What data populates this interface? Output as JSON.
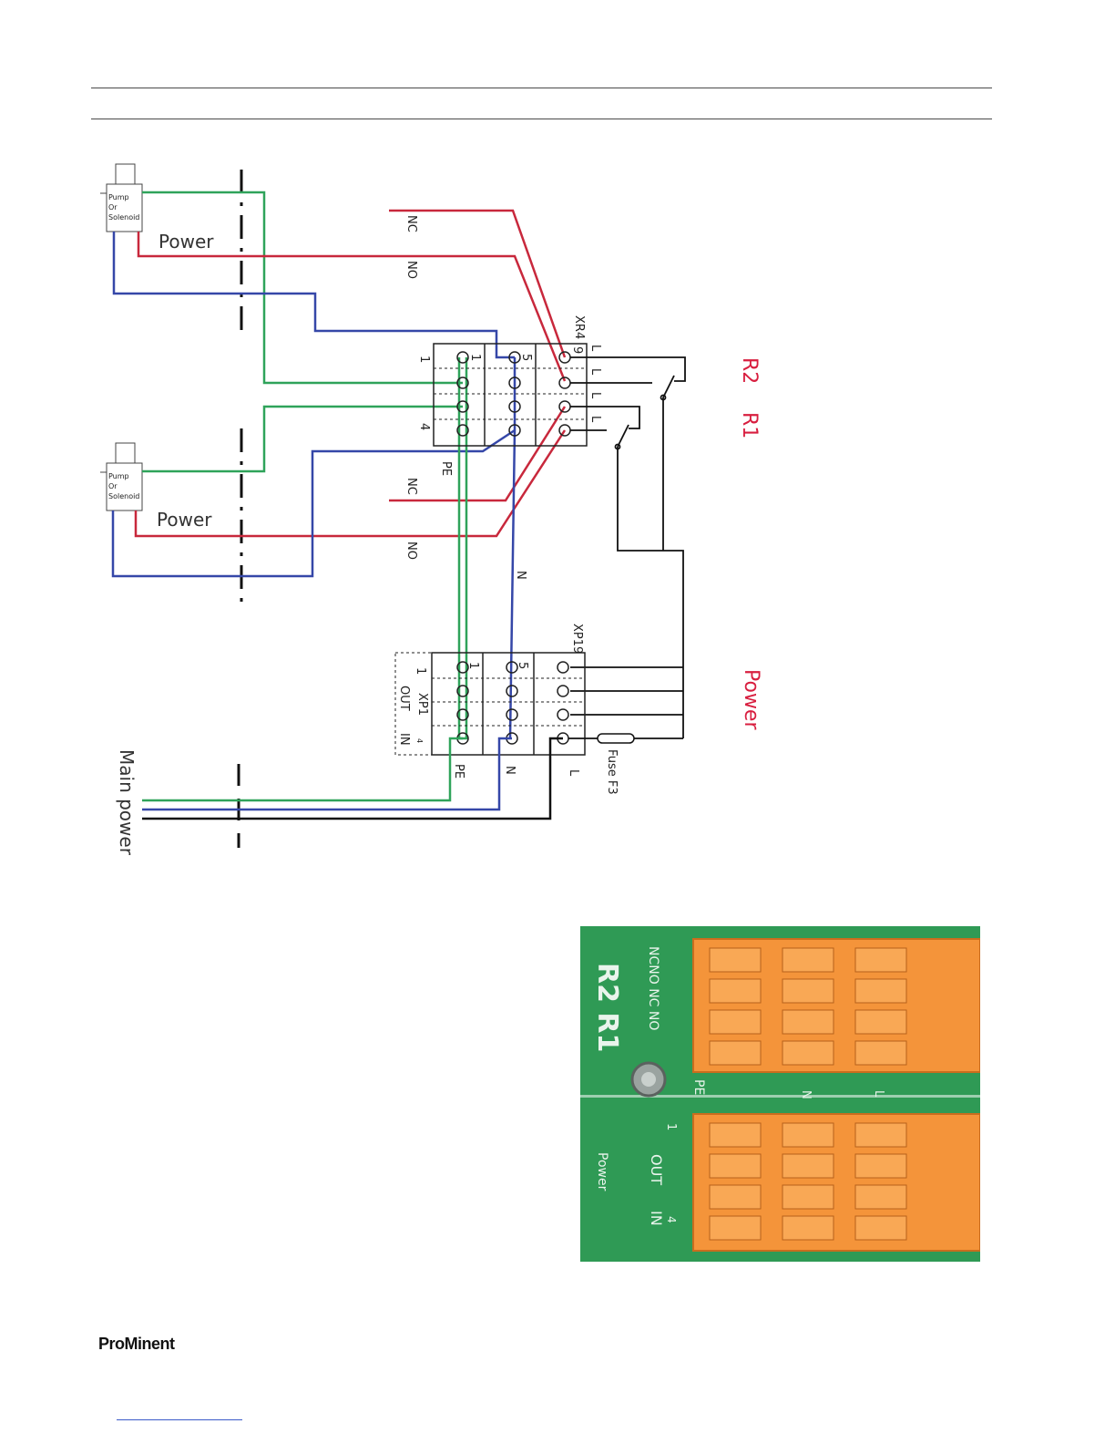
{
  "diagram": {
    "devices": [
      {
        "label_lines": [
          "Pump",
          "Or",
          "Solenoid"
        ],
        "supply_label": "Power"
      },
      {
        "label_lines": [
          "Pump",
          "Or",
          "Solenoid"
        ],
        "supply_label": "Power"
      }
    ],
    "relay_terminal": {
      "name": "XR4",
      "pin_first": "9",
      "col_five": "5",
      "col_one": "1",
      "left_one": "1",
      "left_four": "4",
      "pe_label": "PE",
      "l_labels": [
        "L",
        "L",
        "L",
        "L"
      ],
      "nc_label": "NC",
      "no_label": "NO"
    },
    "relay_names": {
      "r2": "R2",
      "r1": "R1"
    },
    "n_label": "N",
    "power_terminal": {
      "name": "XP19",
      "col_five": "5",
      "col_one": "1",
      "left_one": "1",
      "xp1": "XP1",
      "out": "OUT",
      "four": "4",
      "in": "IN",
      "pe": "PE",
      "n": "N",
      "l": "L",
      "fuse": "Fuse F3"
    },
    "power_label": "Power",
    "main_power_label": "Main power",
    "wire_colors": {
      "red": "#c8283c",
      "green": "#2fa35a",
      "blue": "#3547a8",
      "black": "#111111"
    }
  },
  "photo": {
    "board_labels": [
      "R2 R1"
    ],
    "relay_pins": "NCNO NC NO",
    "pe": "PE",
    "n": "N",
    "l": "L",
    "one": "1",
    "out": "OUT",
    "four": "4",
    "in": "IN",
    "power": "Power"
  },
  "footer": {
    "brand": "ProMinent"
  }
}
